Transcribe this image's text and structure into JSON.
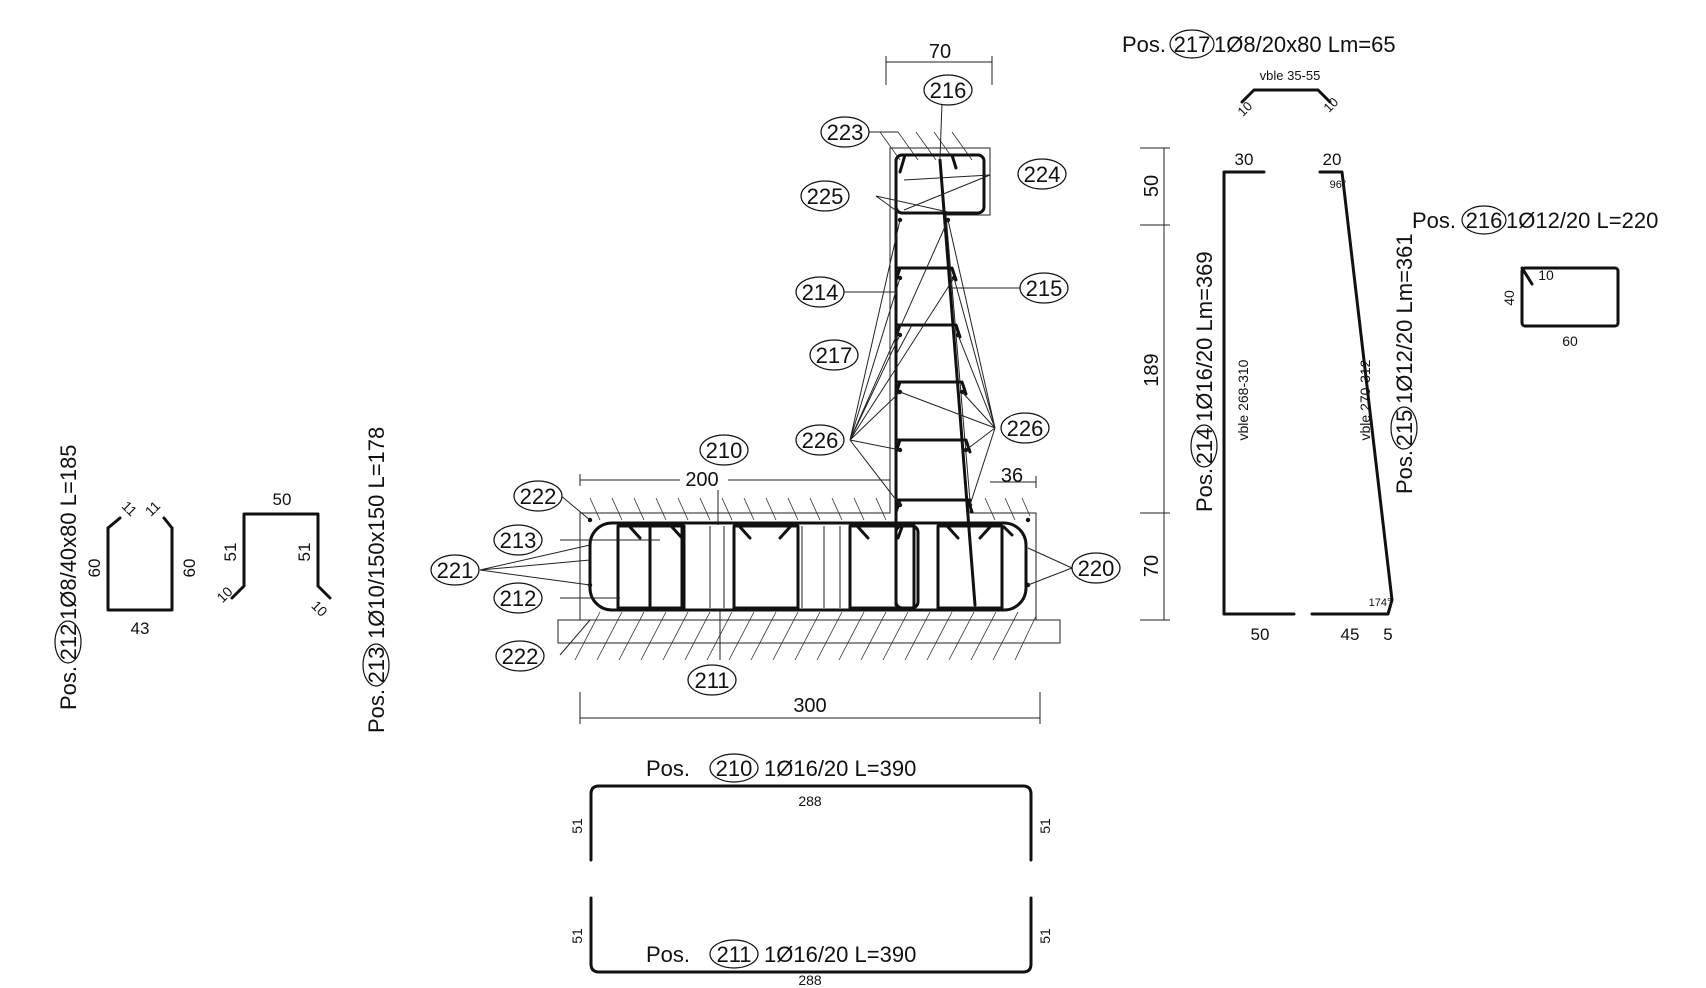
{
  "bubbles": {
    "b216": "216",
    "b223": "223",
    "b224": "224",
    "b225": "225",
    "b214": "214",
    "b215": "215",
    "b217": "217",
    "b226l": "226",
    "b226r": "226",
    "b210": "210",
    "b222t": "222",
    "b213": "213",
    "b221": "221",
    "b212": "212",
    "b222b": "222",
    "b211": "211",
    "b220": "220"
  },
  "dims": {
    "stem_top": "70",
    "heel": "200",
    "toe": "36",
    "base": "300",
    "h50": "50",
    "h189": "189",
    "h70": "70"
  },
  "pos212": {
    "label": "Pos.",
    "num": "212",
    "spec": "1Ø8/40x80 L=185",
    "d60a": "60",
    "d60b": "60",
    "d43": "43",
    "d11a": "11",
    "d11b": "11"
  },
  "pos213": {
    "label": "Pos.",
    "num": "213",
    "spec": "1Ø10/150x150 L=178",
    "d50": "50",
    "d51a": "51",
    "d51b": "51",
    "d10a": "10",
    "d10b": "10"
  },
  "pos210": {
    "label": "Pos.",
    "num": "210",
    "spec": "1Ø16/20 L=390",
    "d288": "288",
    "d51a": "51",
    "d51b": "51"
  },
  "pos211": {
    "label": "Pos.",
    "num": "211",
    "spec": "1Ø16/20 L=390",
    "d288": "288",
    "d51a": "51",
    "d51b": "51"
  },
  "pos217": {
    "label": "Pos.",
    "num": "217",
    "spec": "1Ø8/20x80 Lm=65",
    "vble": "vble 35-55",
    "d10a": "10",
    "d10b": "10"
  },
  "pos214": {
    "label": "Pos.",
    "num": "214",
    "spec": "1Ø16/20 Lm=369",
    "vble": "vble 268-310",
    "d30": "30",
    "d50": "50"
  },
  "pos215": {
    "label": "Pos.",
    "num": "215",
    "spec": "1Ø12/20 Lm=361",
    "vble": "vble 270-312",
    "d20": "20",
    "d45": "45",
    "d5": "5",
    "a96": "96°",
    "a174": "174°"
  },
  "pos216": {
    "label": "Pos.",
    "num": "216",
    "spec": "1Ø12/20 L=220",
    "d40": "40",
    "d60": "60",
    "d10": "10"
  }
}
